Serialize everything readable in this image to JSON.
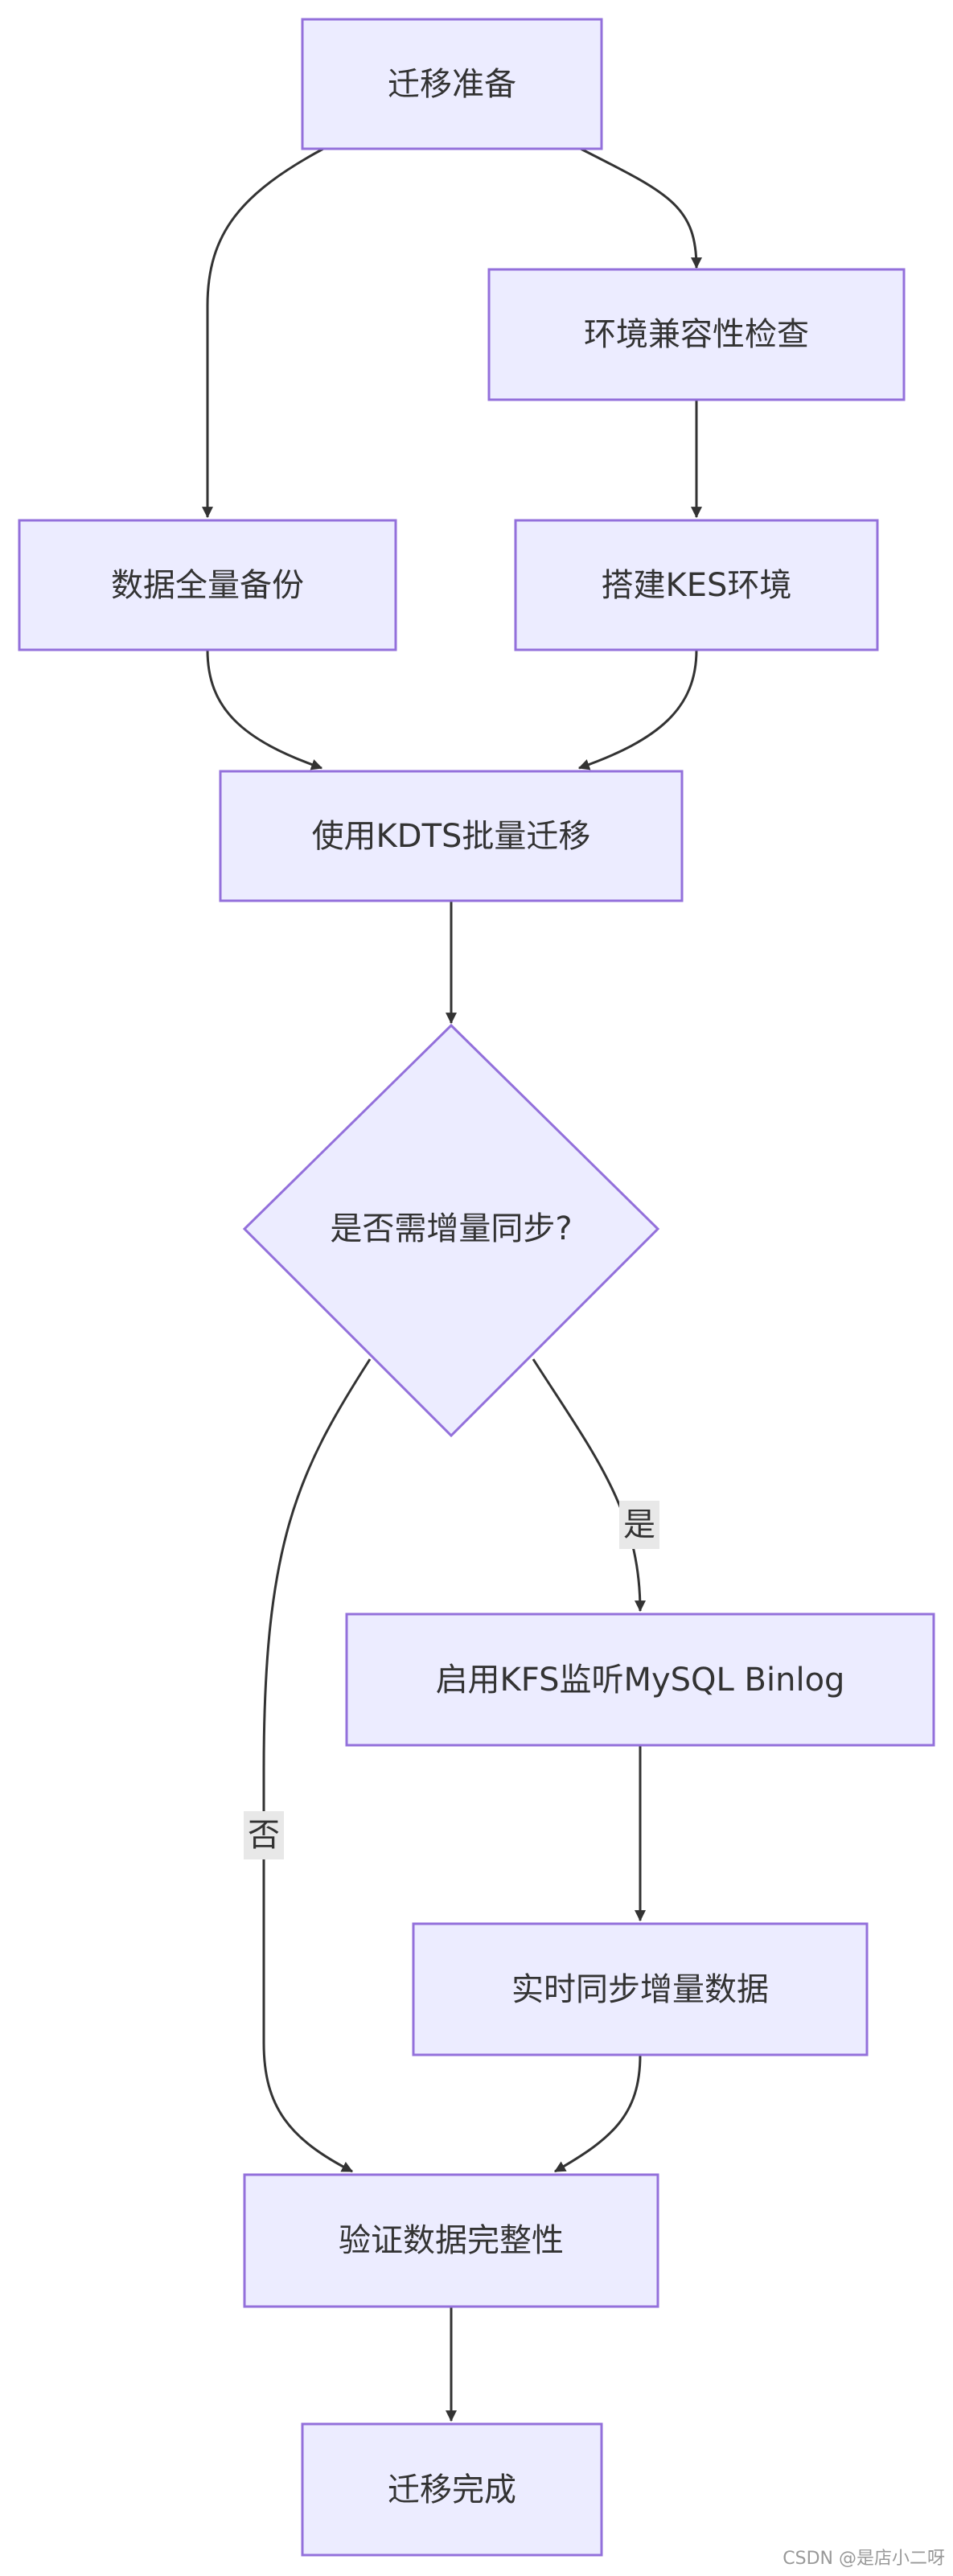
{
  "diagram": {
    "colors": {
      "node_fill": "#ececff",
      "node_stroke": "#9370db",
      "edge": "#333333",
      "label_bg": "#e8e8e8",
      "text": "#333333"
    },
    "nodes": {
      "prepare": "迁移准备",
      "env_check": "环境兼容性检查",
      "full_backup": "数据全量备份",
      "build_kes": "搭建KES环境",
      "kdts_migrate": "使用KDTS批量迁移",
      "need_incremental": "是否需增量同步?",
      "enable_kfs": "启用KFS监听MySQL Binlog",
      "realtime_sync": "实时同步增量数据",
      "verify": "验证数据完整性",
      "done": "迁移完成"
    },
    "edge_labels": {
      "yes": "是",
      "no": "否"
    }
  },
  "watermark": "CSDN @是店小二呀"
}
